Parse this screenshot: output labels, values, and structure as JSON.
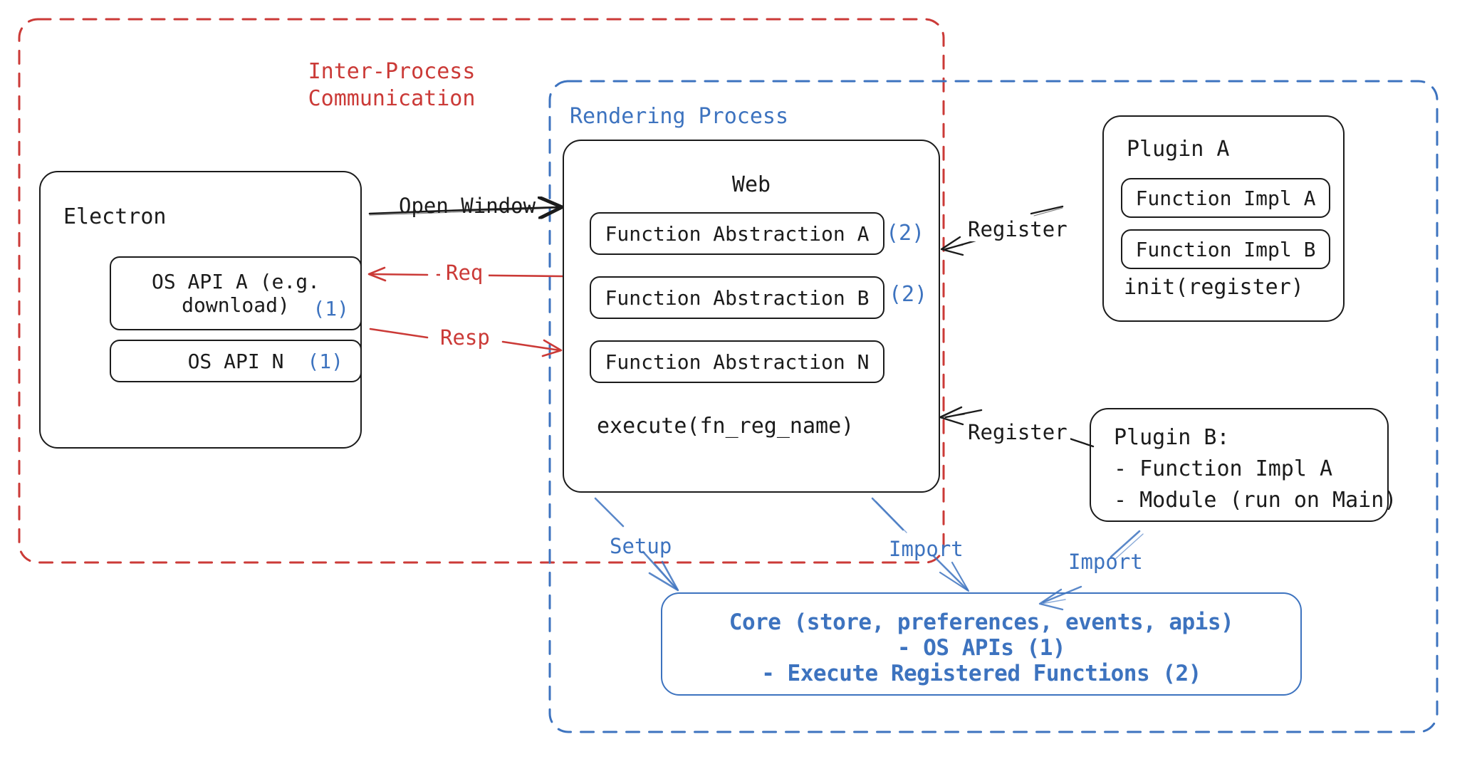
{
  "diagram": {
    "title": "Electron plugin architecture (IPC / Rendering Process / Plugins / Core)",
    "colors": {
      "red": "#cb3a37",
      "blue": "#3d73bf",
      "black": "#1b1b1b",
      "background": "#ffffff"
    }
  },
  "regions": {
    "ipc": {
      "label": "Inter-Process\nCommunication",
      "style": "dashed",
      "color": "#cb3a37"
    },
    "rendering": {
      "label": "Rendering Process",
      "style": "dashed",
      "color": "#3d73bf"
    }
  },
  "nodes": {
    "electron": {
      "title": "Electron",
      "items": [
        {
          "label": "OS API A (e.g.\ndownload)",
          "badge": "(1)"
        },
        {
          "label": "OS API N",
          "badge": "(1)"
        }
      ]
    },
    "web": {
      "title": "Web",
      "items": [
        {
          "label": "Function Abstraction A",
          "badge": "(2)"
        },
        {
          "label": "Function Abstraction B",
          "badge": "(2)"
        },
        {
          "label": "Function Abstraction N",
          "badge": ""
        }
      ],
      "footer": "execute(fn_reg_name)"
    },
    "plugin_a": {
      "title": "Plugin A",
      "items": [
        {
          "label": "Function Impl A"
        },
        {
          "label": "Function Impl B"
        }
      ],
      "footer": "init(register)"
    },
    "plugin_b": {
      "lines": [
        "Plugin B:",
        "- Function Impl A",
        "- Module (run on Main)"
      ]
    },
    "core": {
      "lines": [
        "Core (store, preferences, events, apis)",
        "- OS APIs (1)",
        "- Execute Registered Functions (2)"
      ]
    }
  },
  "edges": [
    {
      "label": "Open Window",
      "color": "#1b1b1b",
      "from": "electron",
      "to": "web"
    },
    {
      "label": "Req",
      "color": "#cb3a37",
      "from": "web",
      "to": "electron"
    },
    {
      "label": "Resp",
      "color": "#cb3a37",
      "from": "electron",
      "to": "web"
    },
    {
      "label": "Register",
      "color": "#1b1b1b",
      "from": "plugin_a",
      "to": "web"
    },
    {
      "label": "Register",
      "color": "#1b1b1b",
      "from": "plugin_b",
      "to": "web"
    },
    {
      "label": "Setup",
      "color": "#3d73bf",
      "from": "web",
      "to": "core"
    },
    {
      "label": "Import",
      "color": "#3d73bf",
      "from": "web",
      "to": "core"
    },
    {
      "label": "Import",
      "color": "#3d73bf",
      "from": "plugin_b",
      "to": "core"
    }
  ]
}
